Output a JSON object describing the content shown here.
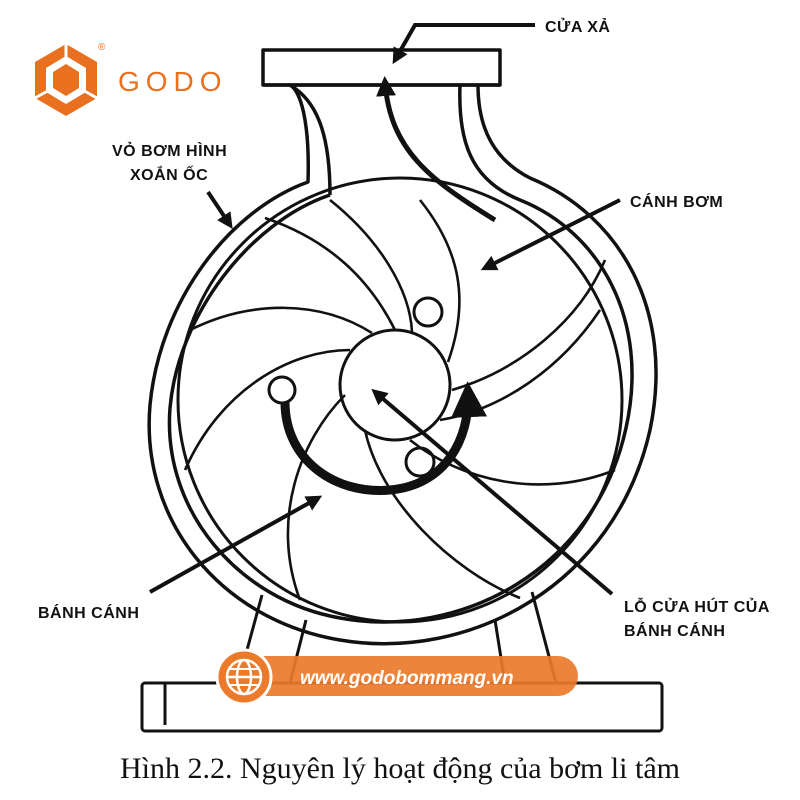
{
  "brand": {
    "name": "GODO",
    "registered_mark": "®"
  },
  "labels": {
    "discharge": "CỬA XẢ",
    "volute_casing_line1": "VỎ BƠM HÌNH",
    "volute_casing_line2": "XOẮN ỐC",
    "vane": "CÁNH BƠM",
    "impeller": "BÁNH CÁNH",
    "eye_line1": "LỖ CỬA HÚT CỦA",
    "eye_line2": "BÁNH CÁNH"
  },
  "watermark": {
    "url": "www.godobommang.vn",
    "icon": "globe-icon"
  },
  "caption": "Hình 2.2. Nguyên lý hoạt động của bơm li tâm",
  "colors": {
    "brand": "#e8701f",
    "line": "#111111",
    "watermark_bg": "#ec7a2b"
  }
}
